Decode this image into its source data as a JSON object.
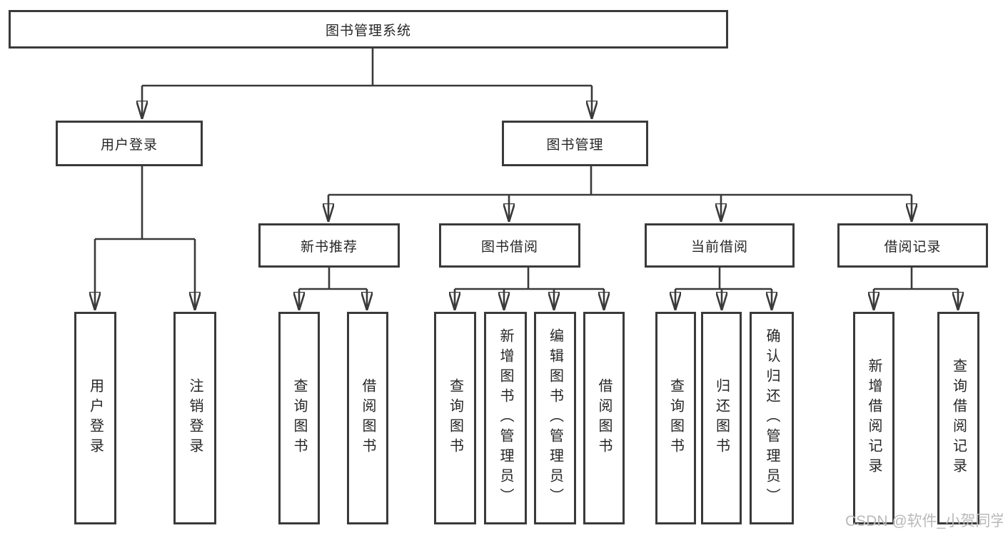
{
  "diagram": {
    "root": {
      "label": "图书管理系统"
    },
    "branches": [
      {
        "label": "用户登录",
        "children": [
          {
            "label": "用户登录"
          },
          {
            "label": "注销登录"
          }
        ]
      },
      {
        "label": "图书管理",
        "children": [
          {
            "label": "新书推荐",
            "children": [
              {
                "label": "查询图书"
              },
              {
                "label": "借阅图书"
              }
            ]
          },
          {
            "label": "图书借阅",
            "children": [
              {
                "label": "查询图书"
              },
              {
                "label": "新增图书（管理员）"
              },
              {
                "label": "编辑图书（管理员）"
              },
              {
                "label": "借阅图书"
              }
            ]
          },
          {
            "label": "当前借阅",
            "children": [
              {
                "label": "查询图书"
              },
              {
                "label": "归还图书"
              },
              {
                "label": "确认归还（管理员）"
              }
            ]
          },
          {
            "label": "借阅记录",
            "children": [
              {
                "label": "新增借阅记录"
              },
              {
                "label": "查询借阅记录"
              }
            ]
          }
        ]
      }
    ],
    "watermark": {
      "text": "CSDN @软件_小贺同学"
    },
    "colors": {
      "line": "#3a3a3a",
      "box_border": "#3a3a3a",
      "box_background": "#ffffff",
      "text": "#262626",
      "watermark": "#b9b9b9",
      "page_background": "#ffffff"
    }
  }
}
